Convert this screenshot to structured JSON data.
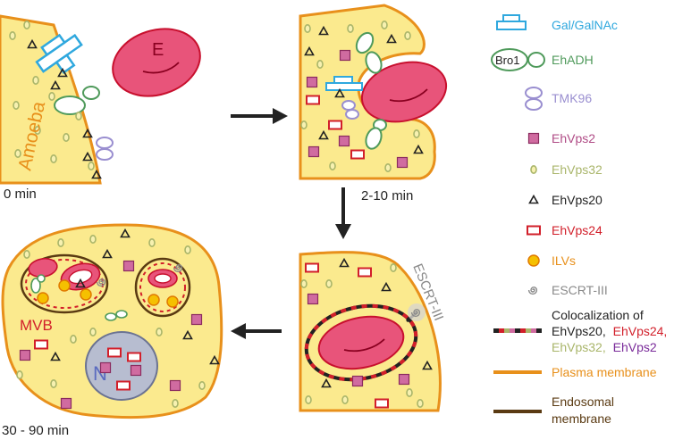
{
  "colors": {
    "cytoplasm": "#FBEA8E",
    "plasma_membrane": "#E8901B",
    "endosomal_membrane": "#5A3A12",
    "erythrocyte": "#E8547A",
    "erythrocyte_stroke": "#C8102E",
    "gal_galnac": "#2FA8DE",
    "ehadh": "#4F9A5B",
    "tmk96": "#9A8FD0",
    "ehvps2": "#D06BA0",
    "ehvps32": "#A9B56A",
    "ehvps20": "#222222",
    "ehvps24": "#D21F2A",
    "ilvs": "#F5C000",
    "escrt3": "#8A8A8A",
    "arrow": "#222222"
  },
  "panels": {
    "p1": {
      "time": "0 min",
      "cell_label": "Amoeba",
      "target_label": "E"
    },
    "p2": {
      "time": "2-10 min"
    },
    "p3": {
      "escrt_label": "ESCRT-III"
    },
    "p4": {
      "time": "30 - 90 min",
      "mvb_label": "MVB",
      "nucleus_label": "N"
    }
  },
  "legend": {
    "gal": "Gal/GalNAc",
    "bro1": "Bro1",
    "ehadh": "EhADH",
    "tmk96": "TMK96",
    "ehvps2": "EhVps2",
    "ehvps32": "EhVps32",
    "ehvps20": "EhVps20",
    "ehvps24": "EhVps24",
    "ilvs": "ILVs",
    "escrt": "ESCRT-III",
    "coloc": {
      "line1": "Colocalization of",
      "part1": "EhVps20,",
      "part2": "EhVps24,",
      "part3": "EhVps32,",
      "part4": "EhVps2"
    },
    "plasma": "Plasma membrane",
    "endo1": "Endosomal",
    "endo2": "membrane"
  }
}
